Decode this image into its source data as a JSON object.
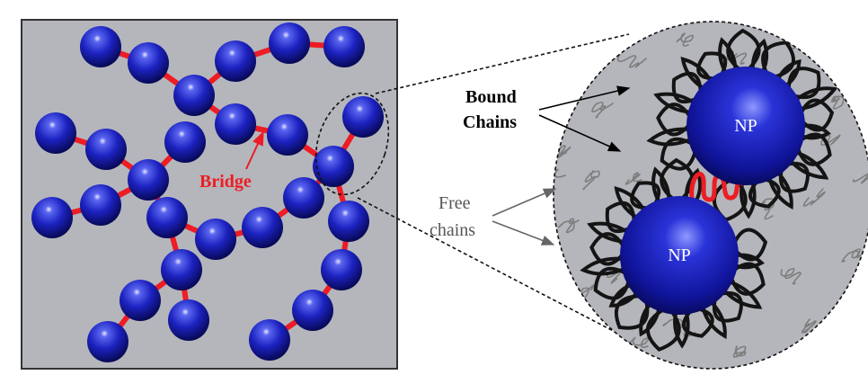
{
  "labels": {
    "bridge": "Bridge",
    "bound_chains_line1": "Bound",
    "bound_chains_line2": "Chains",
    "free_chains_line1": "Free",
    "free_chains_line2": "chains",
    "np_top": "NP",
    "np_bottom": "NP"
  },
  "colors": {
    "panel_bg": "#b4b6bb",
    "panel_border": "#333333",
    "particle": "#1a1aa8",
    "bridge_red": "#ee1c24",
    "bound_chain": "#141414",
    "free_chain": "#7d7d7d",
    "free_label": "#555555"
  }
}
